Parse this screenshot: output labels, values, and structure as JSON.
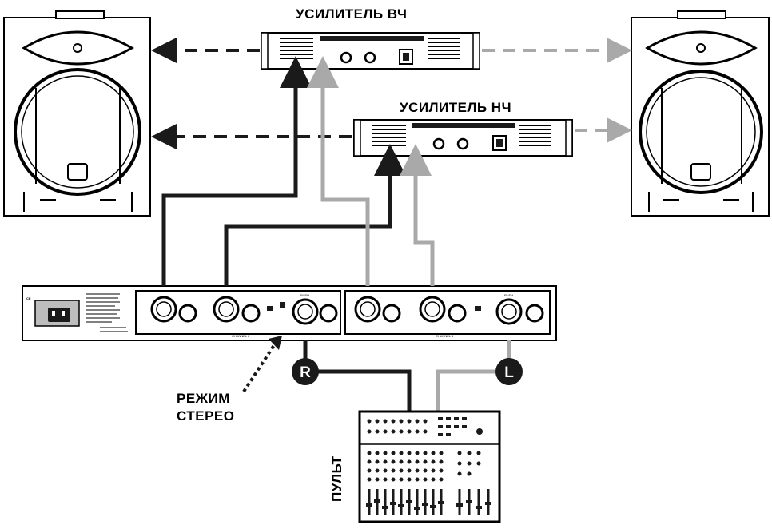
{
  "labels": {
    "hf_amp": "УСИЛИТЕЛЬ ВЧ",
    "lf_amp": "УСИЛИТЕЛЬ НЧ",
    "mode_line1": "РЕЖИМ",
    "mode_line2": "СТЕРЕО",
    "console": "ПУЛЬТ",
    "input_right": "R",
    "input_left": "L"
  },
  "crossover_panel": {
    "ce_mark": "CE",
    "channel_2": "CHANNEL 2",
    "channel_1": "CHANNEL 1",
    "push_2": "PUSH",
    "push_1": "PUSH"
  },
  "colors": {
    "signal_dark": "#1a1a1a",
    "signal_light": "#a9a9a9",
    "outline": "#000000"
  }
}
